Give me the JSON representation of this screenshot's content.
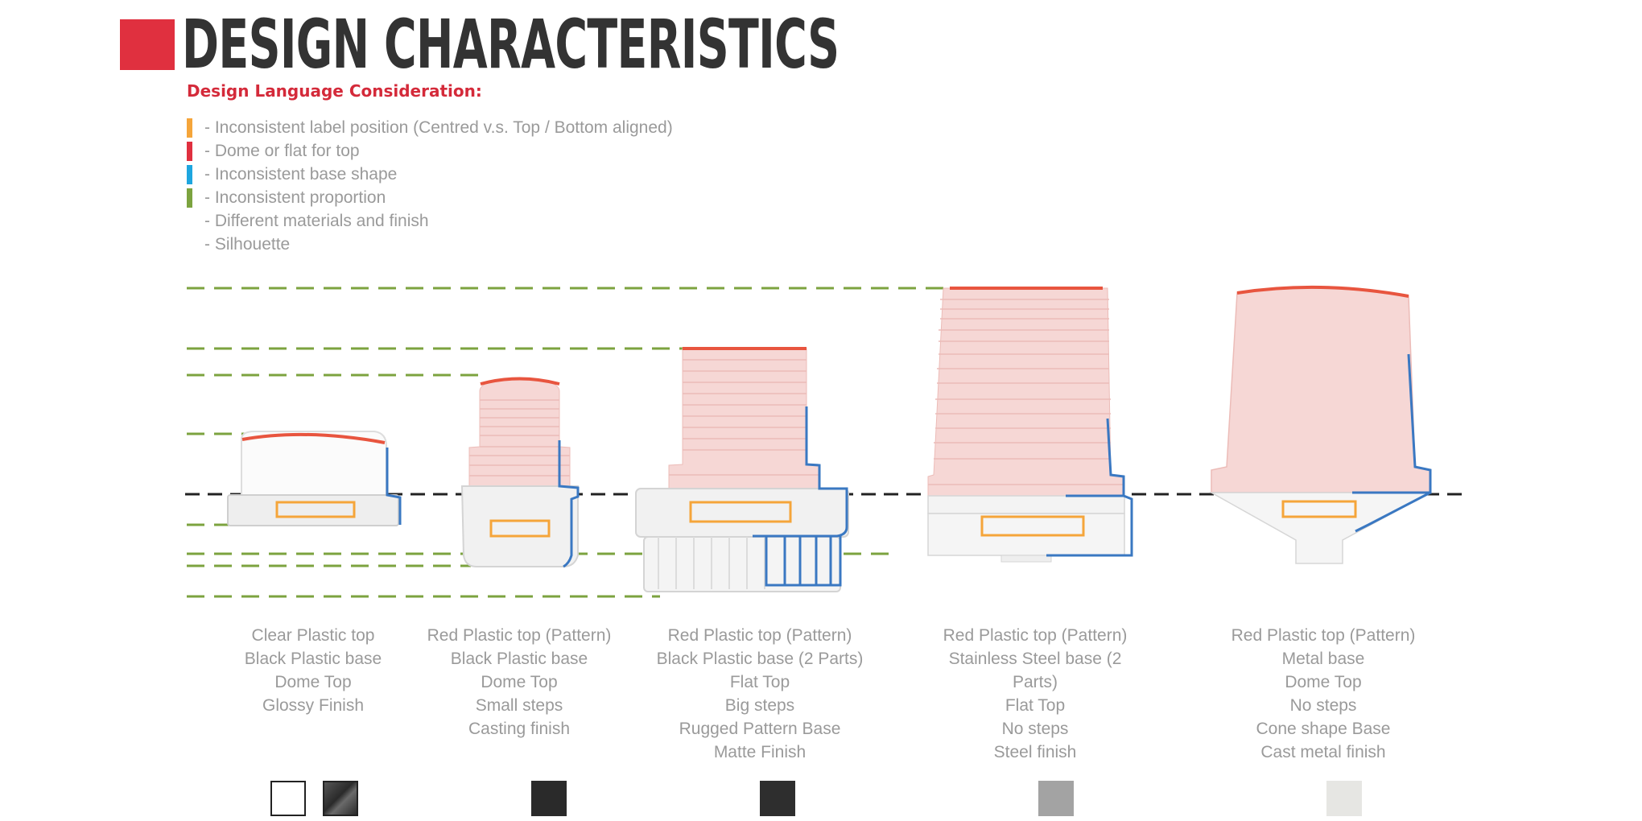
{
  "title": "DESIGN CHARACTERISTICS",
  "subtitle": "Design Language Consideration:",
  "legend": [
    {
      "text": "- Inconsistent label position (Centred v.s. Top / Bottom aligned)",
      "color": "#f5a53a"
    },
    {
      "text": "- Dome or flat for top",
      "color": "#e0303f"
    },
    {
      "text": "- Inconsistent base shape",
      "color": "#1ea6df"
    },
    {
      "text": "- Inconsistent proportion",
      "color": "#7ca33f"
    },
    {
      "text": "- Different materials and finish",
      "color": ""
    },
    {
      "text": "- Silhouette",
      "color": ""
    }
  ],
  "colors": {
    "accent_red": "#e0303f",
    "label_orange": "#f5a53a",
    "base_blue": "#3a78c2",
    "proportion_green": "#7ca33f",
    "dome_red": "#e8553f"
  },
  "products": [
    {
      "description": [
        "Clear Plastic top",
        "Black Plastic base",
        "Dome Top",
        "Glossy Finish"
      ],
      "materials": [
        {
          "name": "clear-white-swatch",
          "color": "#ffffff",
          "border": "#222222"
        },
        {
          "name": "glossy-black-swatch",
          "color": "#3a3a3a",
          "border": "#222222"
        }
      ]
    },
    {
      "description": [
        "Red Plastic top (Pattern)",
        "Black Plastic base",
        "Dome Top",
        "Small steps",
        "Casting finish"
      ],
      "materials": [
        {
          "name": "cast-black-swatch",
          "color": "#2a2a2a",
          "border": "#2a2a2a"
        }
      ]
    },
    {
      "description": [
        "Red Plastic top (Pattern)",
        "Black Plastic base (2 Parts)",
        "Flat Top",
        "Big steps",
        "Rugged Pattern Base",
        "Matte Finish"
      ],
      "materials": [
        {
          "name": "matte-black-swatch",
          "color": "#2e2e2e",
          "border": "#2e2e2e"
        }
      ]
    },
    {
      "description": [
        "Red Plastic top (Pattern)",
        "Stainless Steel base (2 Parts)",
        "Flat Top",
        "No steps",
        "Steel finish"
      ],
      "materials": [
        {
          "name": "steel-grey-swatch",
          "color": "#a3a3a3",
          "border": "#a3a3a3"
        }
      ]
    },
    {
      "description": [
        "Red Plastic top (Pattern)",
        "Metal base",
        "Dome Top",
        "No steps",
        "Cone shape Base",
        "Cast metal finish"
      ],
      "materials": [
        {
          "name": "cast-metal-swatch",
          "color": "#e6e6e3",
          "border": "#e6e6e3"
        }
      ]
    }
  ]
}
